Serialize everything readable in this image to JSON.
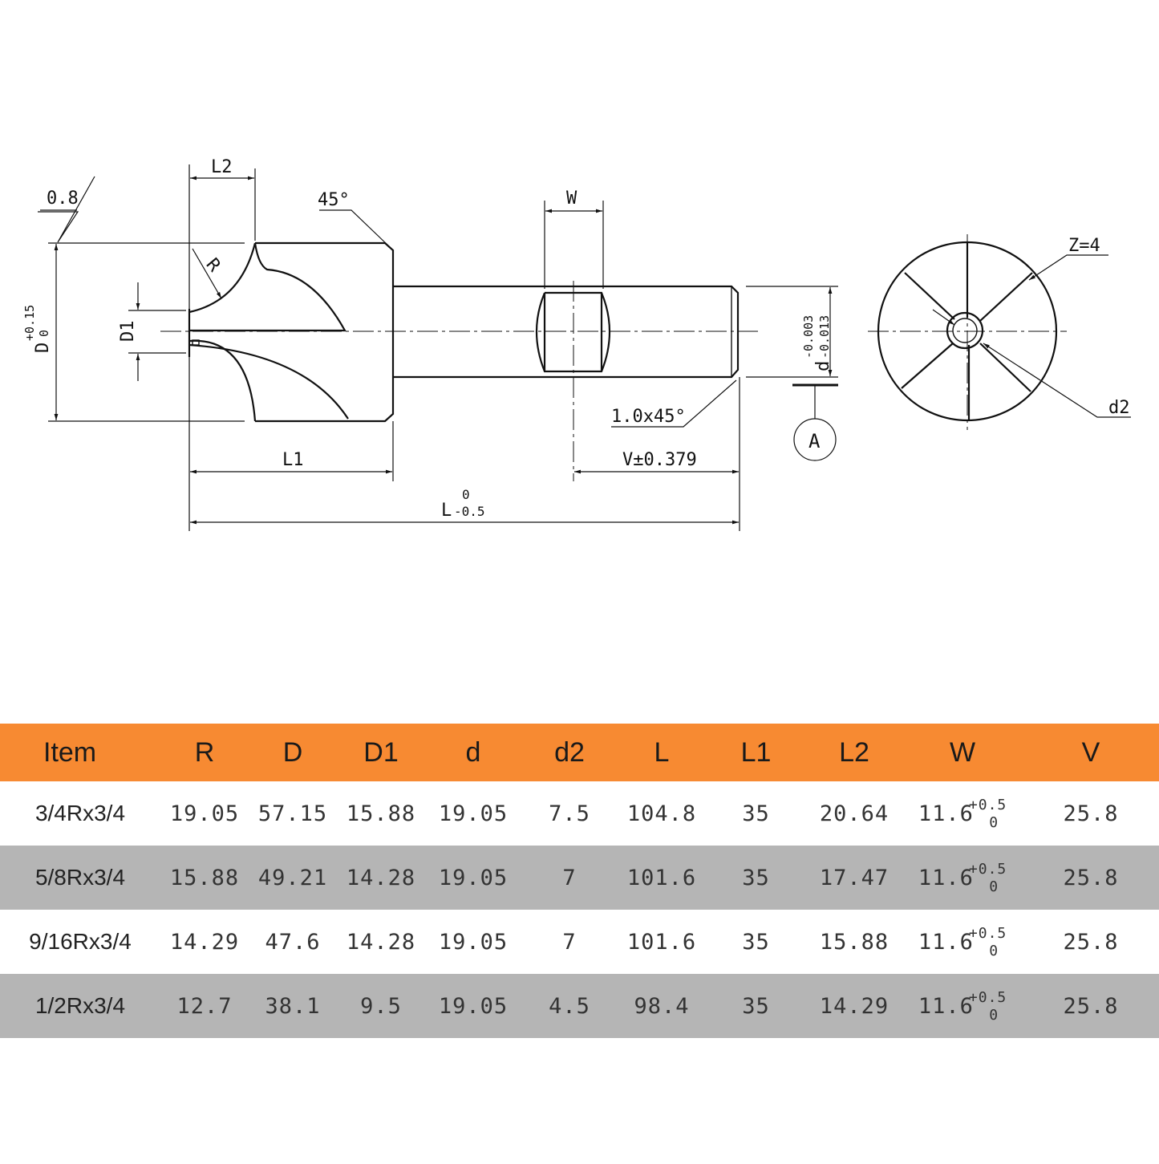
{
  "drawing": {
    "surface_finish": "0.8",
    "angle_chamfer": "45°",
    "label_L2": "L2",
    "label_W": "W",
    "label_R": "R",
    "label_D1": "D1",
    "label_Z": "Z=4",
    "label_d2": "d2",
    "label_chamfer": "1.0x45°",
    "label_A": "A",
    "label_L1": "L1",
    "label_V": "V±0.379",
    "label_L": "L",
    "L_tol_upper": "0",
    "L_tol_lower": "-0.5",
    "label_D": "D",
    "D_tol_upper": "+0.15",
    "D_tol_lower": "0",
    "label_d": "d",
    "d_tol_upper": "-0.003",
    "d_tol_lower": "-0.013"
  },
  "table": {
    "headers": [
      "Item",
      "R",
      "D",
      "D1",
      "d",
      "d2",
      "L",
      "L1",
      "L2",
      "W",
      "V"
    ],
    "w_tol_upper": "+0.5",
    "w_tol_lower": "0",
    "rows": [
      {
        "item": "3/4Rx3/4",
        "R": "19.05",
        "D": "57.15",
        "D1": "15.88",
        "d": "19.05",
        "d2": "7.5",
        "L": "104.8",
        "L1": "35",
        "L2": "20.64",
        "W": "11.6",
        "V": "25.8"
      },
      {
        "item": "5/8Rx3/4",
        "R": "15.88",
        "D": "49.21",
        "D1": "14.28",
        "d": "19.05",
        "d2": "7",
        "L": "101.6",
        "L1": "35",
        "L2": "17.47",
        "W": "11.6",
        "V": "25.8"
      },
      {
        "item": "9/16Rx3/4",
        "R": "14.29",
        "D": "47.6",
        "D1": "14.28",
        "d": "19.05",
        "d2": "7",
        "L": "101.6",
        "L1": "35",
        "L2": "15.88",
        "W": "11.6",
        "V": "25.8"
      },
      {
        "item": "1/2Rx3/4",
        "R": "12.7",
        "D": "38.1",
        "D1": "9.5",
        "d": "19.05",
        "d2": "4.5",
        "L": "98.4",
        "L1": "35",
        "L2": "14.29",
        "W": "11.6",
        "V": "25.8"
      }
    ]
  }
}
